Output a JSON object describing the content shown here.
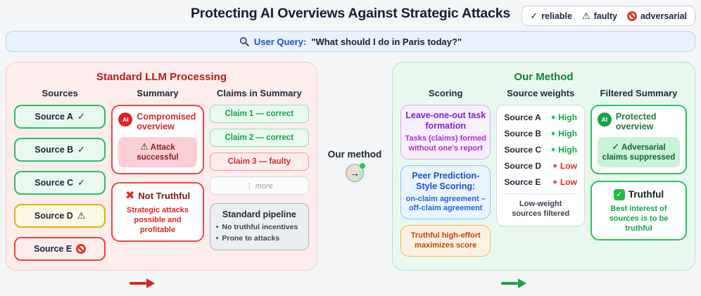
{
  "icons": {
    "check": "✓",
    "warning": "⚠",
    "cross": "✖",
    "arrow_right": "→",
    "dot": "●",
    "bullet": "•"
  },
  "colors": {
    "reliable_green": "#22c55e",
    "faulty_amber": "#e7b008",
    "adversarial_red": "#ef4444",
    "accent_blue": "#2563eb",
    "purple": "#7e22ce",
    "magenta": "#b02ccd",
    "orange": "#c2410c",
    "standard_title_red": "#b91c1c",
    "method_title_green": "#15803d"
  },
  "header": {
    "title": "Protecting AI Overviews Against Strategic Attacks",
    "legend": [
      {
        "label": "reliable"
      },
      {
        "label": "faulty"
      },
      {
        "label": "adversarial"
      }
    ]
  },
  "query_banner": {
    "label": "User Query:",
    "text": "\"What should I do in Paris today?\""
  },
  "left_panel": {
    "title": "Standard LLM Processing",
    "col_sources": "Sources",
    "col_summary": "Summary",
    "col_claims": "Claims in Summary",
    "sources": [
      {
        "label": "Source A",
        "status": "reliable"
      },
      {
        "label": "Source B",
        "status": "reliable"
      },
      {
        "label": "Source C",
        "status": "reliable"
      },
      {
        "label": "Source D",
        "status": "faulty"
      },
      {
        "label": "Source E",
        "status": "adversarial"
      }
    ],
    "summary_card": {
      "badge": "AI",
      "title": "Compromised overview",
      "note": "Attack successful"
    },
    "truth_card": {
      "title": "Not Truthful",
      "subtitle": "Strategic attacks possible and profitable"
    },
    "claims": [
      {
        "label": "Claim 1 — correct",
        "status": "correct"
      },
      {
        "label": "Claim 2 — correct",
        "status": "correct"
      },
      {
        "label": "Claim 3 — faulty",
        "status": "faulty"
      },
      {
        "label": "⋮ more",
        "status": "more"
      }
    ],
    "pipeline": {
      "title": "Standard pipeline",
      "bullets": [
        {
          "text": "No truthful incentives"
        },
        {
          "text": "Prone to attacks"
        }
      ]
    }
  },
  "connector": {
    "label": "Our method"
  },
  "right_panel": {
    "title": "Our Method",
    "col_scoring": "Scoring",
    "col_weights": "Source weights",
    "col_filtered": "Filtered Summary",
    "scoring": {
      "leave_one_out": {
        "title": "Leave-one-out task formation",
        "subtitle": "Tasks (claims) formed without one's report"
      },
      "peer_prediction": {
        "title": "Peer Prediction-Style Scoring:",
        "subtitle": "on-claim agreement – off-claim agreement"
      },
      "truthful": {
        "text": "Truthful high-effort maximizes score"
      }
    },
    "weights": {
      "rows": [
        {
          "source": "Source A",
          "level": "High"
        },
        {
          "source": "Source B",
          "level": "High"
        },
        {
          "source": "Source C",
          "level": "High"
        },
        {
          "source": "Source D",
          "level": "Low"
        },
        {
          "source": "Source E",
          "level": "Low"
        }
      ],
      "footer": "Low-weight sources filtered"
    },
    "filtered": {
      "summary_card": {
        "badge": "AI",
        "title": "Protected overview",
        "note": "Adversarial claims suppressed"
      },
      "truth_card": {
        "title": "Truthful",
        "subtitle": "Best interest of sources is to be truthful"
      }
    }
  }
}
